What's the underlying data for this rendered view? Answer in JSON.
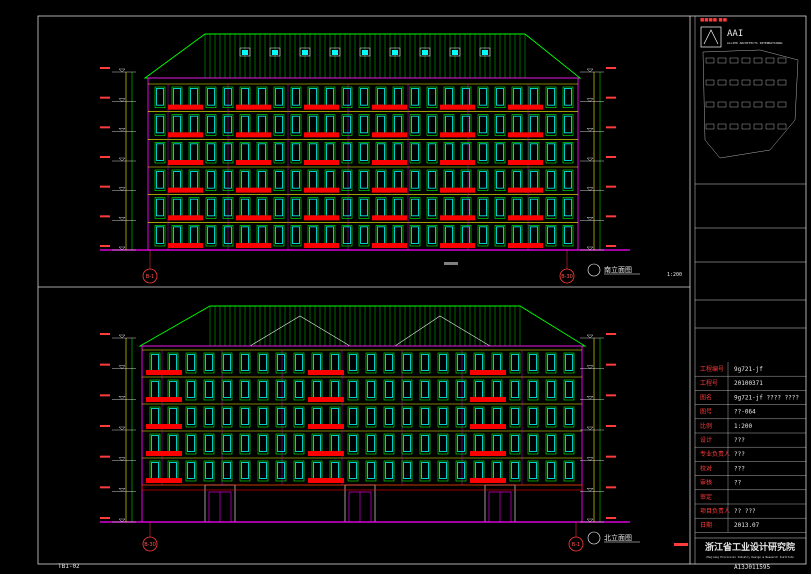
{
  "drawing": {
    "scale_top": "1:200",
    "south_elevation_title": "南立面图",
    "north_elevation_title": "北立面图",
    "grid_top_left": "B-1",
    "grid_top_right": "B-30",
    "grid_bottom_left": "B-30",
    "grid_bottom_right": "B-1",
    "sheet_no_bottom": "TB1-02",
    "footer_code": "A13J011595"
  },
  "title_block": {
    "company_logo": "AAI",
    "company_sub": "ALLIED ARCHITECTS INTERNATIONAL",
    "rows": [
      {
        "label": "工程编号",
        "value": "9g721-jf"
      },
      {
        "label": "工程号",
        "value": "20100371"
      },
      {
        "label": "图名",
        "value": "9g721-jf ???? ????"
      },
      {
        "label": "图号",
        "value": "??-064"
      },
      {
        "label": "比例",
        "value": "1:200"
      },
      {
        "label": "设计",
        "value": "???"
      },
      {
        "label": "专业负责人",
        "value": "???"
      },
      {
        "label": "校对",
        "value": "???"
      },
      {
        "label": "审核",
        "value": "??"
      },
      {
        "label": "审定",
        "value": ""
      },
      {
        "label": "项目负责人",
        "value": "??   ???"
      },
      {
        "label": "日期",
        "value": "2013.07"
      }
    ],
    "institute_name": "浙江省工业设计研究院",
    "institute_en": "Zhejiang Provincial Industry Design & Research Institute"
  },
  "colors": {
    "background": "#000000",
    "wall_lines": "#ff00ff",
    "windows": "#00ffff",
    "railings": "#ff0000",
    "frames": "#00ff00",
    "roof": "#00ff00",
    "accent": "#ffff00",
    "title_block_lines": "#e8e8e8"
  }
}
